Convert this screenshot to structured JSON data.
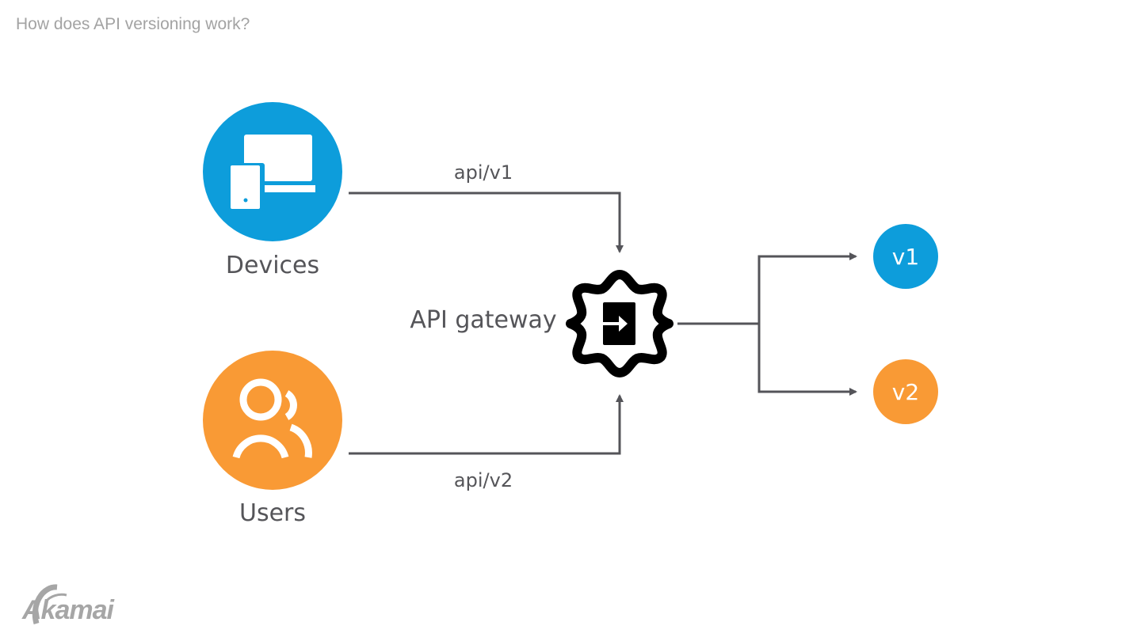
{
  "title": "How does API versioning work?",
  "nodes": {
    "devices": {
      "label": "Devices",
      "color": "#0d9ddb",
      "icon": "devices-icon"
    },
    "users": {
      "label": "Users",
      "color": "#f99a35",
      "icon": "users-icon"
    },
    "gateway": {
      "label": "API gateway",
      "icon": "gear-login-icon"
    },
    "v1": {
      "label": "v1",
      "color": "#0d9ddb"
    },
    "v2": {
      "label": "v2",
      "color": "#f99a35"
    }
  },
  "edges": {
    "devices_to_gateway": {
      "label": "api/v1"
    },
    "users_to_gateway": {
      "label": "api/v2"
    }
  },
  "colors": {
    "line": "#545459",
    "text": "#555559",
    "title": "#a3a3a3"
  },
  "logo": {
    "text": "Akamai"
  }
}
